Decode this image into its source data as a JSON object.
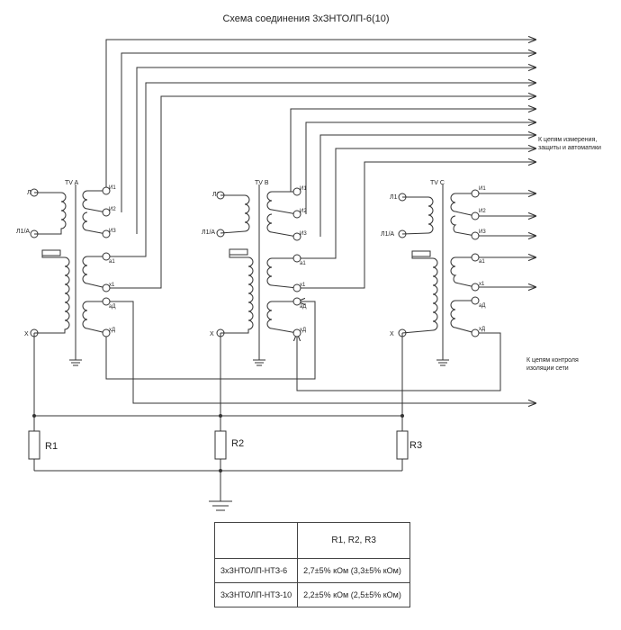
{
  "title": "Схема соединения 3хЗНТОЛП-6(10)",
  "transformers": [
    {
      "label": "TV A",
      "primary_top": "Л1",
      "primary_bottom": "Л1/А",
      "neutral": "X",
      "sec_top": "И1",
      "sec_mid": "И2",
      "sec_bot": "И3",
      "aux_a": "а1",
      "aux_x": "х1",
      "res_a": "аД",
      "res_x": "хД"
    },
    {
      "label": "TV B",
      "primary_top": "Л1",
      "primary_bottom": "Л1/А",
      "neutral": "X",
      "sec_top": "И1",
      "sec_mid": "И2",
      "sec_bot": "И3",
      "aux_a": "а1",
      "aux_x": "х1",
      "res_a": "аД",
      "res_x": "хД"
    },
    {
      "label": "TV C",
      "primary_top": "Л1",
      "primary_bottom": "Л1/А",
      "neutral": "X",
      "sec_top": "И1",
      "sec_mid": "И2",
      "sec_bot": "И3",
      "aux_a": "а1",
      "aux_x": "х1",
      "res_a": "аД",
      "res_x": "хД"
    }
  ],
  "notes": {
    "measurement_line1": "К цепям измерения,",
    "measurement_line2": "защиты и автоматики",
    "insulation_line1": "К цепям контроля",
    "insulation_line2": "изоляции сети"
  },
  "resistors": [
    "R1",
    "R2",
    "R3"
  ],
  "table": {
    "header": "R1, R2, R3",
    "rows": [
      {
        "model": "3хЗНТОЛП-НТЗ-6",
        "value": "2,7±5% кОм (3,3±5% кОм)"
      },
      {
        "model": "3хЗНТОЛП-НТЗ-10",
        "value": "2,2±5% кОм (2,5±5% кОм)"
      }
    ]
  }
}
